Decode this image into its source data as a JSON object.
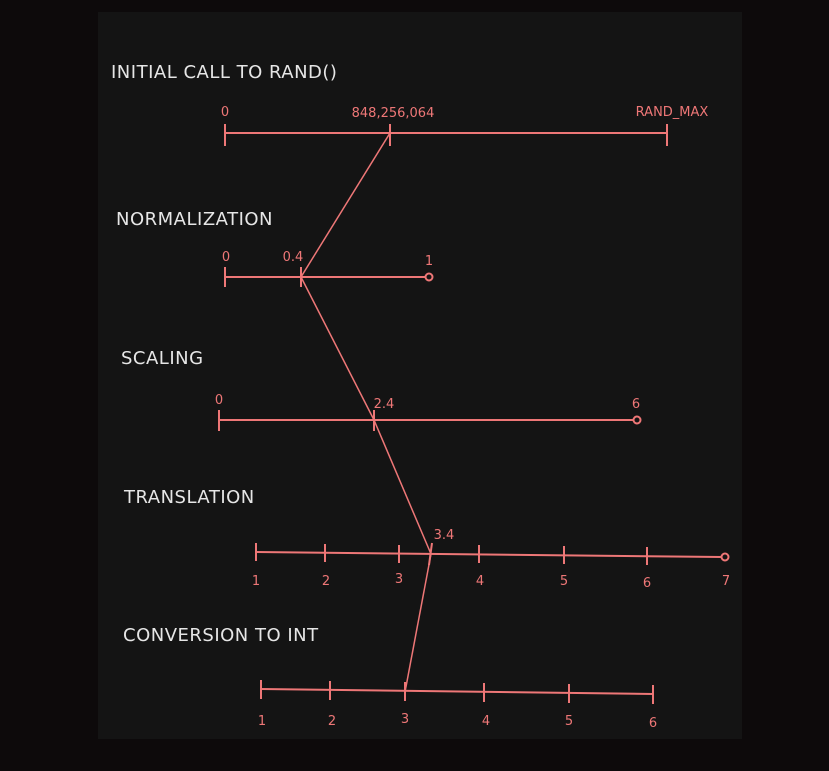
{
  "colors": {
    "page_background": "#0d0a0b",
    "canvas_background": "#141414",
    "stroke": "#ee7777",
    "heading_text": "#e6e6e6",
    "label_text": "#ee7777"
  },
  "sections": {
    "initial": {
      "heading": "INITIAL CALL TO RAND()",
      "labels": [
        "0",
        "848,256,064",
        "RAND_MAX"
      ]
    },
    "normalization": {
      "heading": "NORMALIZATION",
      "labels": [
        "0",
        "0.4",
        "1"
      ]
    },
    "scaling": {
      "heading": "SCALING",
      "labels": [
        "0",
        "2.4",
        "6"
      ]
    },
    "translation": {
      "heading": "TRANSLATION",
      "marker_label": "3.4",
      "labels": [
        "1",
        "2",
        "3",
        "4",
        "5",
        "6",
        "7"
      ]
    },
    "conversion": {
      "heading": "CONVERSION TO INT",
      "labels": [
        "1",
        "2",
        "3",
        "4",
        "5",
        "6"
      ]
    }
  }
}
